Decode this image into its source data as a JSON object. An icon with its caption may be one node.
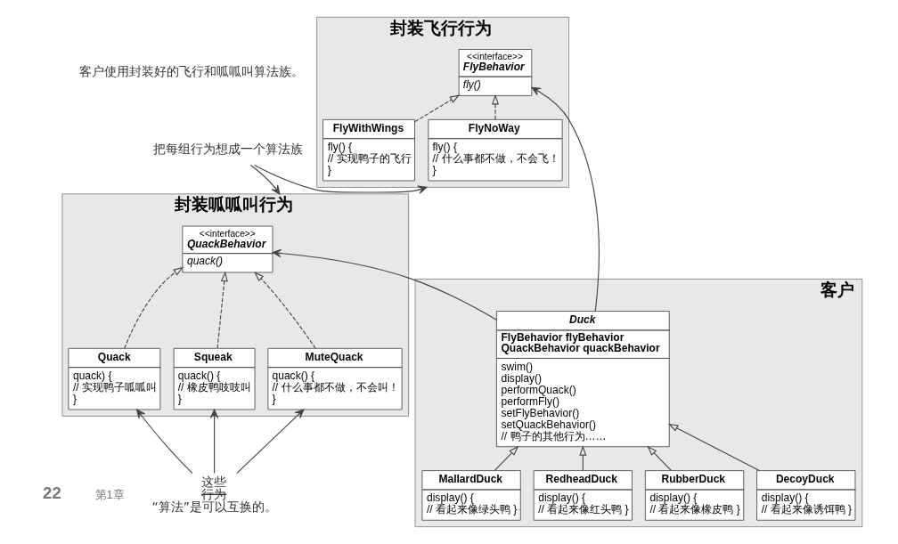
{
  "diagram": {
    "nodes": [
      {
        "text": [
          "封装飞行行为"
        ]
      },
      {
        "text": [
          "<<interface>>",
          "FlyBehavior",
          "fly()"
        ],
        "in": 0
      },
      {
        "text": [
          "FlyWithWings",
          "fly() {",
          "// 实现鸭子的飞行",
          "}"
        ],
        "in": 0
      },
      {
        "text": [
          "FlyNoWay",
          "fly() {",
          "// 什么事都不做，不会飞！",
          "}"
        ],
        "in": 0
      },
      {
        "text": [
          "把每组行为想成一个算法族"
        ]
      },
      {
        "text": [
          "客户"
        ]
      },
      {
        "text": [
          "Duck",
          "FlyBehavior flyBehavior",
          "QuackBehavior quackBehavior",
          "swim()",
          "display()",
          "performQuack()",
          "performFly()",
          "setFlyBehavior()",
          "setQuackBehavior()",
          "// 鸭子的其他行为……"
        ],
        "in": 5
      },
      {
        "text": [
          "MallardDuck",
          "display() {",
          "// 看起来像绿头鸭 }"
        ],
        "in": 5
      },
      {
        "text": [
          "RedheadDuck",
          "display() {",
          "// 看起来像红头鸭 }"
        ],
        "in": 5
      },
      {
        "text": [
          "RubberDuck",
          "display() {",
          "// 看起来像橡皮鸭 }"
        ],
        "in": 5
      },
      {
        "text": [
          "DecoyDuck",
          "display() {",
          "// 看起来像诱饵鸭 }"
        ],
        "in": 5
      },
      {
        "text": [
          "封装呱呱叫行为"
        ]
      },
      {
        "text": [
          "<<interface>>",
          "QuackBehavior",
          "quack()"
        ],
        "in": 11
      },
      {
        "text": [
          "Quack",
          "quack) {",
          "// 实现鸭子呱呱叫",
          "}"
        ],
        "in": 11
      },
      {
        "text": [
          "Squeak",
          "quack() {",
          "// 橡皮鸭吱吱叫",
          "}"
        ],
        "in": 11
      },
      {
        "text": [
          "MuteQuack",
          "quack() {",
          "// 什么事都不做，不会叫！",
          "}"
        ],
        "in": 11
      },
      {
        "text": [
          "这些",
          "行为",
          "“算法”是可以互换的。"
        ]
      }
    ],
    "edges": [
      {
        "from": 6,
        "to": 1,
        "arrow": "to"
      },
      {
        "from": 6,
        "to": 12,
        "arrow": "to"
      },
      {
        "from": 7,
        "to": 6,
        "arrow": "to"
      },
      {
        "from": 8,
        "to": 6,
        "arrow": "to"
      },
      {
        "from": 9,
        "to": 6,
        "arrow": "to"
      },
      {
        "from": 10,
        "to": 6,
        "arrow": "to"
      },
      {
        "from": 2,
        "to": 1,
        "arrow": "to",
        "style": "dashed"
      },
      {
        "from": 3,
        "to": 1,
        "arrow": "to",
        "style": "dashed"
      },
      {
        "from": 13,
        "to": 12,
        "arrow": "to",
        "style": "dashed"
      },
      {
        "from": 14,
        "to": 12,
        "arrow": "to",
        "style": "dashed"
      },
      {
        "from": 15,
        "to": 12,
        "arrow": "to",
        "style": "dashed"
      },
      {
        "from": 4,
        "to": 0,
        "arrow": "to"
      },
      {
        "from": 4,
        "to": 11,
        "arrow": "to"
      },
      {
        "from": 16,
        "to": 13,
        "arrow": "to"
      },
      {
        "from": 16,
        "to": 14,
        "arrow": "to"
      },
      {
        "from": 16,
        "to": 15,
        "arrow": "to"
      }
    ],
    "labels": [
      "客户使用封装好的飞行和呱呱叫算法族。",
      "22",
      "第1章"
    ]
  }
}
